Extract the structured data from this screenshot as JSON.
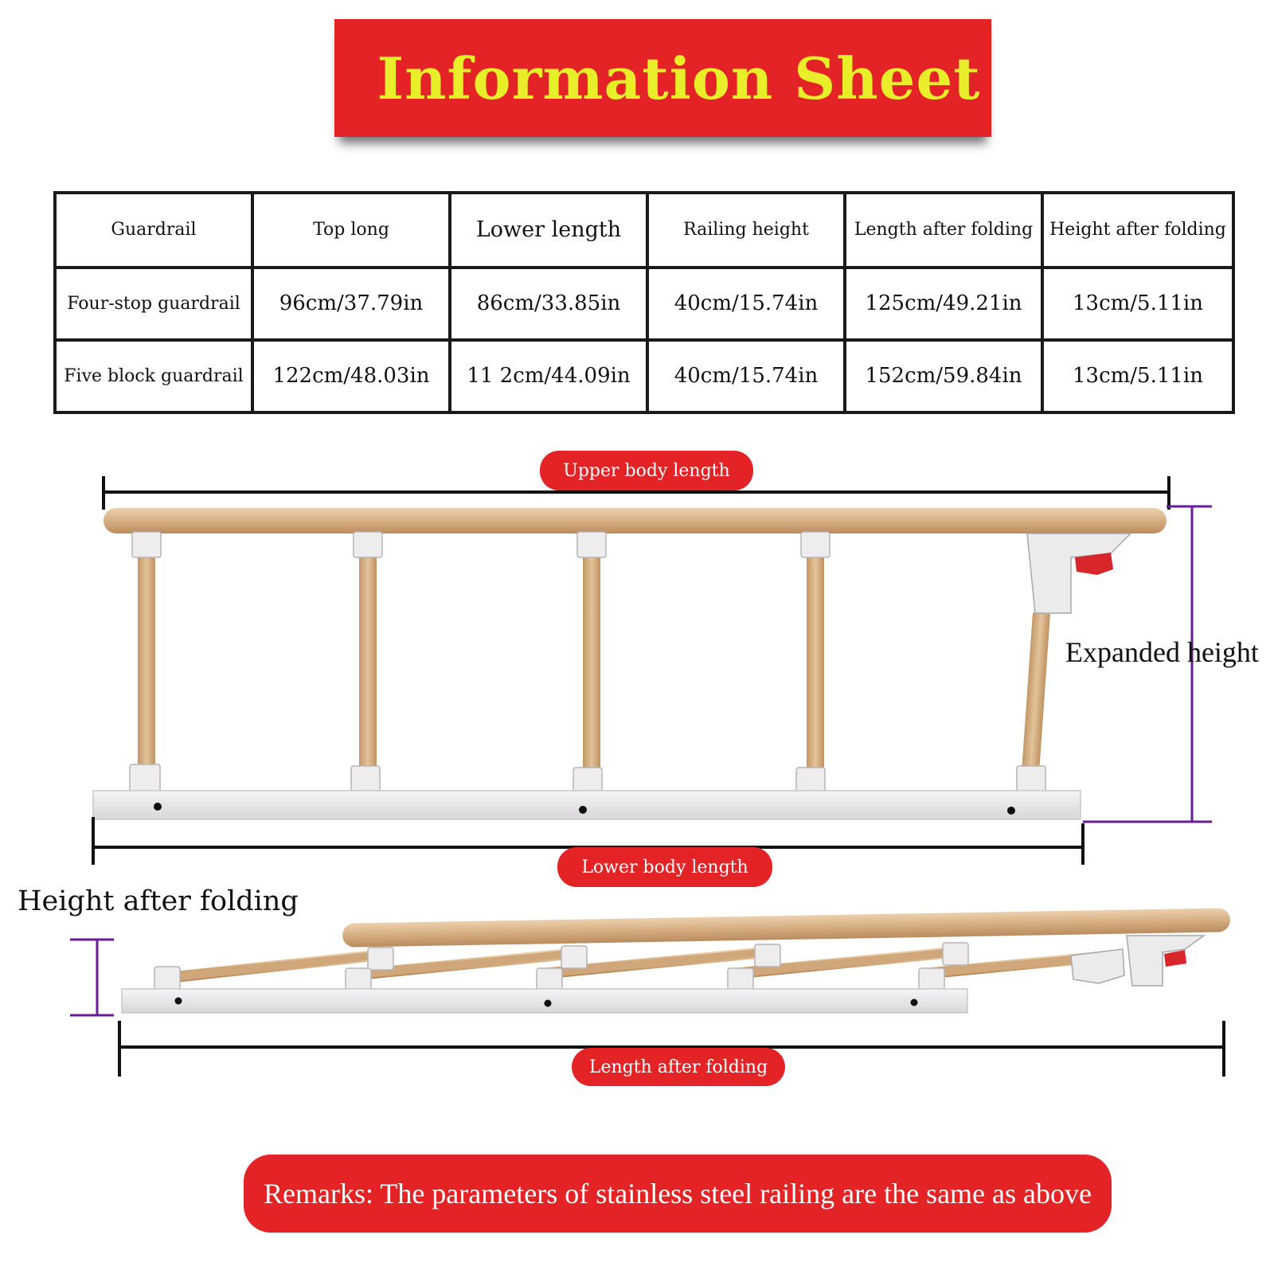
{
  "header": {
    "title": "Information Sheet"
  },
  "table": {
    "columns": [
      "Guardrail",
      "Top long",
      "Lower length",
      "Railing height",
      "Length after folding",
      "Height after folding"
    ],
    "rows": [
      [
        "Four-stop guardrail",
        "96cm/37.79in",
        "86cm/33.85in",
        "40cm/15.74in",
        "125cm/49.21in",
        "13cm/5.11in"
      ],
      [
        "Five block guardrail",
        "122cm/48.03in",
        "11 2cm/44.09in",
        "40cm/15.74in",
        "152cm/59.84in",
        "13cm/5.11in"
      ]
    ]
  },
  "diagram": {
    "upper_label": "Upper body length",
    "expanded_label": "Expanded height",
    "lower_label": "Lower body length",
    "fold_height_label": "Height after folding",
    "fold_length_label": "Length after folding"
  },
  "remarks": "Remarks: The parameters of stainless steel railing are the same as above",
  "colors": {
    "accent_red": "#e32325",
    "title_yellow": "#e8ee2a",
    "dimension_purple": "#6a1b9a",
    "wood": "#d8b48a",
    "metal": "#e8e6e8"
  }
}
